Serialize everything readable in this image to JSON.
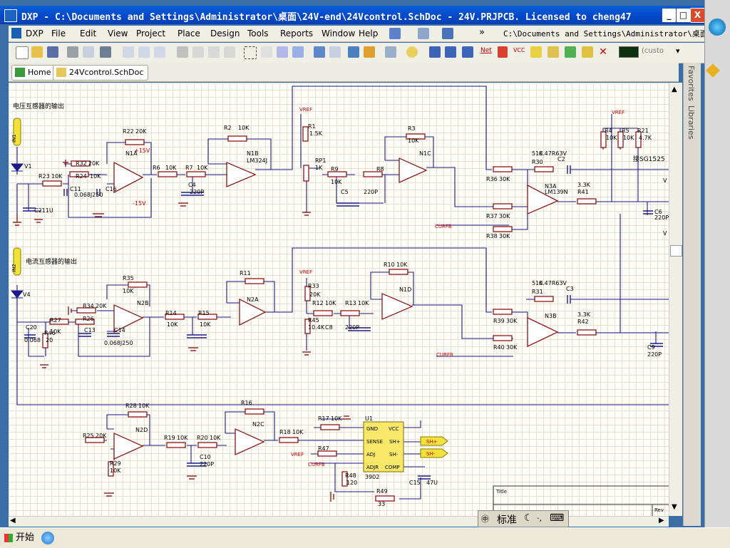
{
  "window": {
    "title": "DXP - C:\\Documents and Settings\\Administrator\\桌面\\24V-end\\24Vcontrol.SchDoc - 24V.PRJPCB. Licensed to cheng47",
    "minimize": "_",
    "maximize": "□",
    "close": "X"
  },
  "menu": {
    "items": [
      "DXP",
      "File",
      "Edit",
      "View",
      "Project",
      "Place",
      "Design",
      "Tools",
      "Reports",
      "Window",
      "Help"
    ],
    "path": "C:\\Documents and Settings\\Administrator\\桌面▾"
  },
  "toolbar": {
    "net_label": "Net",
    "vcc_label": "VCC",
    "custom_color": "(custo"
  },
  "tabs": [
    {
      "label": "Home"
    },
    {
      "label": "24Vcontrol.SchDoc"
    }
  ],
  "side_panels": [
    "Favorites",
    "Libraries"
  ],
  "schematic": {
    "labels": {
      "voltage_title": "电压互感器的输出",
      "current_title": "电流互感器的输出",
      "in1": "IN1",
      "in2": "IN2",
      "v1": "V1",
      "v4": "V4",
      "vref_1": "VREF",
      "vref_2": "VREF",
      "vref_3": "VREF",
      "vref_4": "VREF",
      "curfb_1": "CURFB",
      "curfb_2": "CURFB",
      "curfb_3": "CURFB",
      "sg1525": "接SG1525",
      "r1": "R1",
      "r1v": "1.5K",
      "rp1": "RP1",
      "rp1v": "1K",
      "r2": "R2",
      "r2v": "10K",
      "r3": "R3",
      "r3v": "10K",
      "r4": "R4",
      "r4v": "10K",
      "r5": "R5",
      "r5v": "10K",
      "r21": "R21",
      "r21v": "4.7K",
      "r6": "R6",
      "r6v": "10K",
      "r7": "R7",
      "r7v": "10K",
      "r8": "R8",
      "r9": "R9",
      "r9v": "10K",
      "r10": "R10",
      "r10v": "10K",
      "r11": "R11",
      "r12": "R12",
      "r12v": "10K",
      "r13": "R13",
      "r13v": "10K",
      "r14": "R14",
      "r14v": "10K",
      "r15": "R15",
      "r15v": "10K",
      "r16": "R16",
      "r17": "R17",
      "r17v": "10K",
      "r18": "R18",
      "r18v": "10K",
      "r19": "R19",
      "r19v": "10K",
      "r20": "R20",
      "r20v": "10K",
      "r22": "R22",
      "r22v": "20K",
      "r23": "R23",
      "r23v": "10K",
      "r24": "R24",
      "r24v": "10K",
      "r25": "R25",
      "r25v": "20K",
      "r26": "R26",
      "r27": "R27",
      "r27v": "10K",
      "r28": "R28",
      "r28v": "10K",
      "r29": "R29",
      "r29v": "10K",
      "r30": "R30",
      "r30v": "51K",
      "r31": "R31",
      "r31v": "51K",
      "r32": "R32",
      "r32v": "20K",
      "r33": "R33",
      "r33v": "20K",
      "r34": "R34",
      "r34v": "20K",
      "r35": "R35",
      "r35v": "10K",
      "r36": "R36",
      "r36v": "30K",
      "r37": "R37",
      "r37v": "30K",
      "r38": "R38",
      "r38v": "30K",
      "r39": "R39",
      "r39v": "30K",
      "r40": "R40",
      "r40v": "30K",
      "r41": "R41",
      "r41v": "3.3K",
      "r42": "R42",
      "r42v": "3.3K",
      "r45": "R45",
      "r45v": "10.4K",
      "r46": "R46",
      "r46v": "20",
      "r47": "R47",
      "r48": "R48",
      "r48v": "120",
      "r49": "R49",
      "r49v": "33",
      "c2": "C2",
      "c2v": "0.47R63V",
      "c3": "C3",
      "c3v": "0.47R63V",
      "c4": "C4",
      "c4v": "220P",
      "c5": "C5",
      "c5v": "220P",
      "c6": "C6",
      "c6v": "220P",
      "c8": "C8",
      "c8v": "220P",
      "c9": "C9",
      "c9v": "220P",
      "c10": "C10",
      "c10v": "220P",
      "c11": "C11",
      "c11v": "0.068J250",
      "c13": "C13",
      "c14": "C14",
      "c14v": "0.068J250",
      "c15": "C15",
      "c15v": "47U",
      "c16": "C16",
      "c20": "C20",
      "c20v": "0.068",
      "c21": "C211U",
      "n1a": "N1A",
      "n1b": "N1B",
      "n1c": "N1C",
      "n1d": "N1D",
      "n2a": "N2A",
      "n2b": "N2B",
      "n2c": "N2C",
      "n2d": "N2D",
      "n3a": "N3A",
      "n3b": "N3B",
      "lm324": "LM324J",
      "lm139": "LM139N",
      "p15": "+15V",
      "m15": "-15V",
      "u1": "U1",
      "u1part": "3902",
      "gnd": "GND",
      "vcc": "VCC",
      "sense": "SENSE",
      "sh_plus": "SH+",
      "adj": "ADJ",
      "sh_minus": "SH-",
      "adjr": "ADJR",
      "comp": "COMP",
      "port_sh_plus": "SH+",
      "port_sh_minus": "SH-",
      "title_block": "Title",
      "rev": "Rev",
      "v_1": "V",
      "v_2": "V"
    }
  },
  "ime": {
    "label": "标准"
  },
  "taskbar": {
    "start": "开始"
  }
}
